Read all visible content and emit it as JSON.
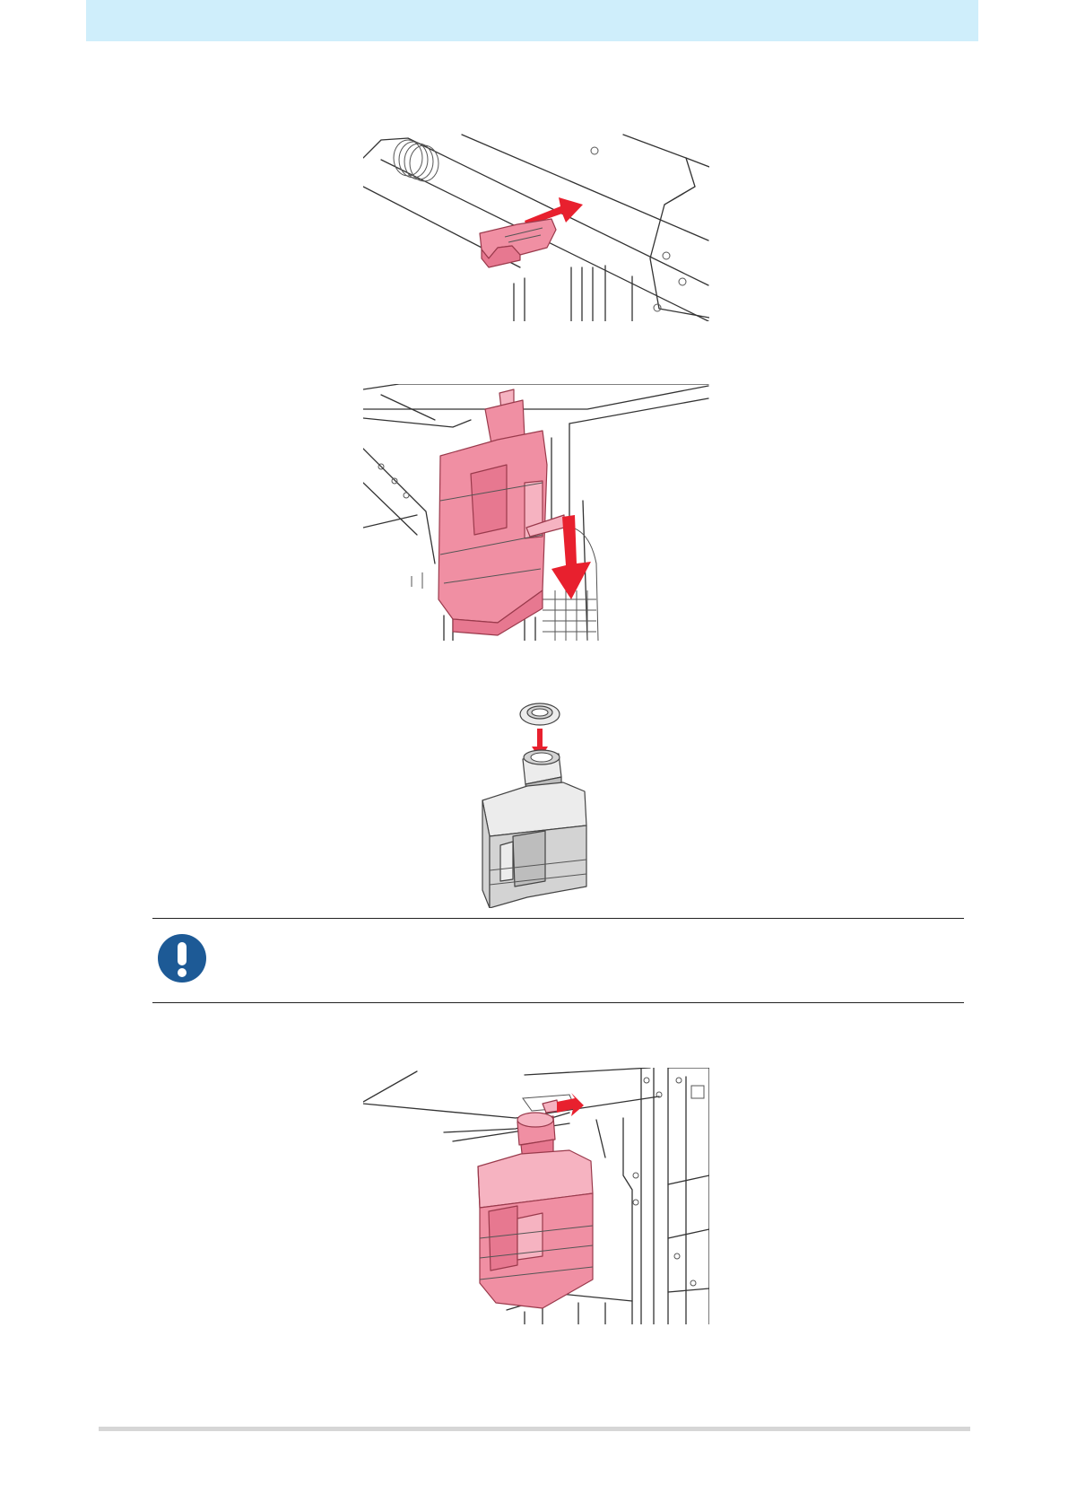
{
  "page": {
    "header_band_color": "#cfeefb",
    "footer_rule_color": "#d6d6d6"
  },
  "figures": [
    {
      "name": "figure-slide-latch",
      "icon": "latch-pull-illustration"
    },
    {
      "name": "figure-remove-tank",
      "icon": "tank-lower-illustration"
    },
    {
      "name": "figure-cap-bottle",
      "icon": "bottle-cap-illustration"
    },
    {
      "name": "figure-install-tank",
      "icon": "tank-install-illustration"
    }
  ],
  "notice": {
    "icon": "important-exclamation-icon",
    "icon_color": "#1d5a96",
    "text": ""
  },
  "colors": {
    "highlight": "#f08fa3",
    "arrow": "#e8202e"
  }
}
